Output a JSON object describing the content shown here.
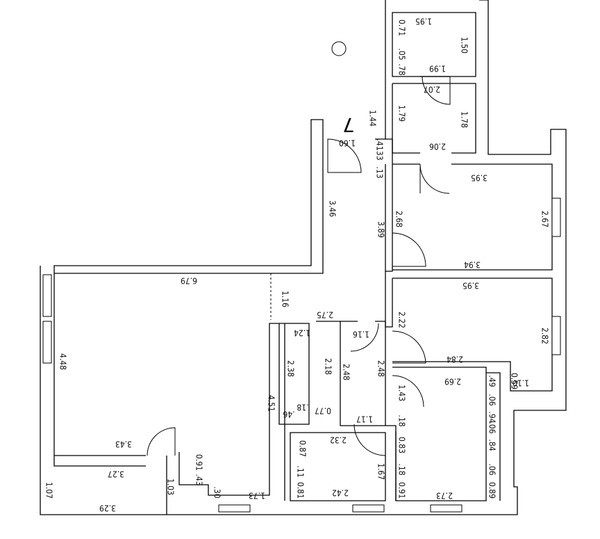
{
  "plan": {
    "number": "7",
    "dimensions": [
      "1.95",
      "0.71",
      "1.50",
      ".05",
      ".78",
      "1.99",
      "2.07",
      "1.79",
      "1.78",
      "1.44",
      "1.60",
      ".41",
      ".33",
      "2.06",
      ".13",
      "3.95",
      "3.46",
      "2.68",
      "3.89",
      "2.67",
      "6.79",
      "3.94",
      "3.95",
      "1.16",
      "2.75",
      "1.24",
      "1.16",
      "2.22",
      "2.82",
      "4.48",
      "2.38",
      "2.18",
      "2.48",
      "2.48",
      "2.84",
      "0.59",
      "1.10",
      ".49",
      "2.69",
      ".06",
      ".94",
      ".06",
      "1.43",
      ".18",
      ".46",
      "0.77",
      "4.51",
      "1.17",
      ".18",
      "3.43",
      "0.83",
      ".84",
      "2.32",
      "0.87",
      ".06",
      "3.27",
      "0.91",
      ".43",
      "1.67",
      ".18",
      ".11",
      "1.07",
      "1.03",
      ".30",
      "1.73",
      "0.81",
      "2.42",
      "0.91",
      "2.73",
      "0.89",
      "3.29"
    ]
  }
}
